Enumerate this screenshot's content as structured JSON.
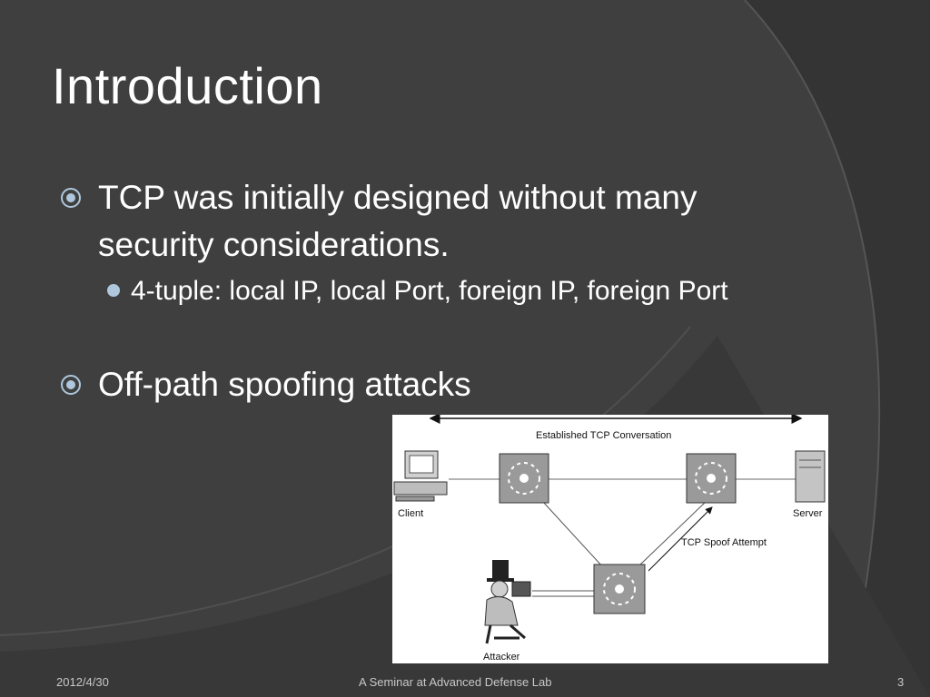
{
  "slide": {
    "title": "Introduction",
    "bullets": [
      {
        "text": "TCP was initially designed without many security considerations."
      },
      {
        "text": "4-tuple: local IP, local Port, foreign IP, foreign Port"
      },
      {
        "text": "Off-path spoofing attacks"
      }
    ]
  },
  "figure": {
    "conversation_label": "Established TCP Conversation",
    "client_label": "Client",
    "server_label": "Server",
    "spoof_label": "TCP Spoof Attempt",
    "attacker_label": "Attacker"
  },
  "footer": {
    "date": "2012/4/30",
    "center": "A Seminar at Advanced Defense Lab",
    "page": "3"
  },
  "colors": {
    "background": "#3f3f3f",
    "bullet_marker": "#aec7dc",
    "text": "#ffffff"
  }
}
